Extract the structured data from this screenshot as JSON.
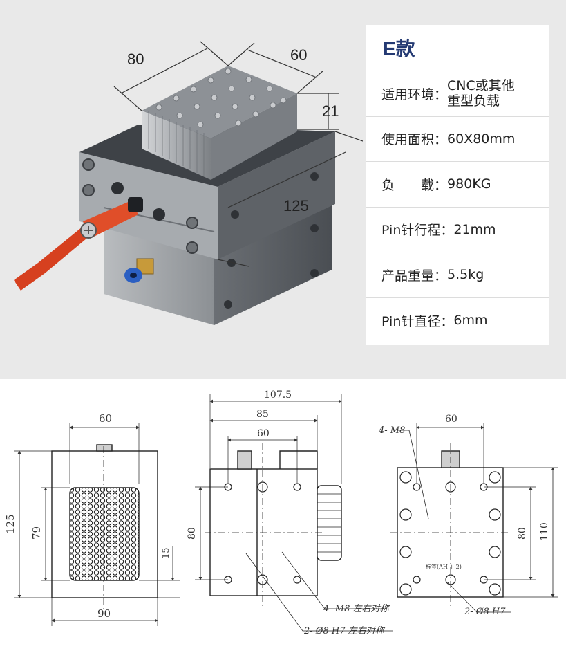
{
  "photo": {
    "dims": {
      "length": "80",
      "width": "60",
      "pin_height": "21",
      "depth": "125"
    }
  },
  "spec": {
    "title": "E款",
    "rows": [
      {
        "label": "适用环境：",
        "value_lines": [
          "CNC或其他",
          "重型负载"
        ]
      },
      {
        "label": "使用面积：",
        "value": "60X80mm"
      },
      {
        "label": "负　　载：",
        "value": "980KG"
      },
      {
        "label": "Pin针行程：",
        "value": "21mm"
      },
      {
        "label": "产品重量：",
        "value": "5.5kg"
      },
      {
        "label": "Pin针直径：",
        "value": "6mm"
      }
    ]
  },
  "drawing_front": {
    "top_width": "60",
    "height": "125",
    "inner_height": "79",
    "offset": "15",
    "bottom_width": "90"
  },
  "drawing_side": {
    "total_width": "107.5",
    "body_width": "85",
    "hole_spacing": "60",
    "height": "80",
    "callout_thread": "4- M8  左右对称",
    "callout_pin": "2- Ø8 H7  左右对称"
  },
  "drawing_back": {
    "top_width": "60",
    "callout_thread": "4- M8",
    "inner_height": "80",
    "height": "110",
    "callout_pin": "2- Ø8 H7",
    "stamp": "标签(AH + 2)"
  }
}
